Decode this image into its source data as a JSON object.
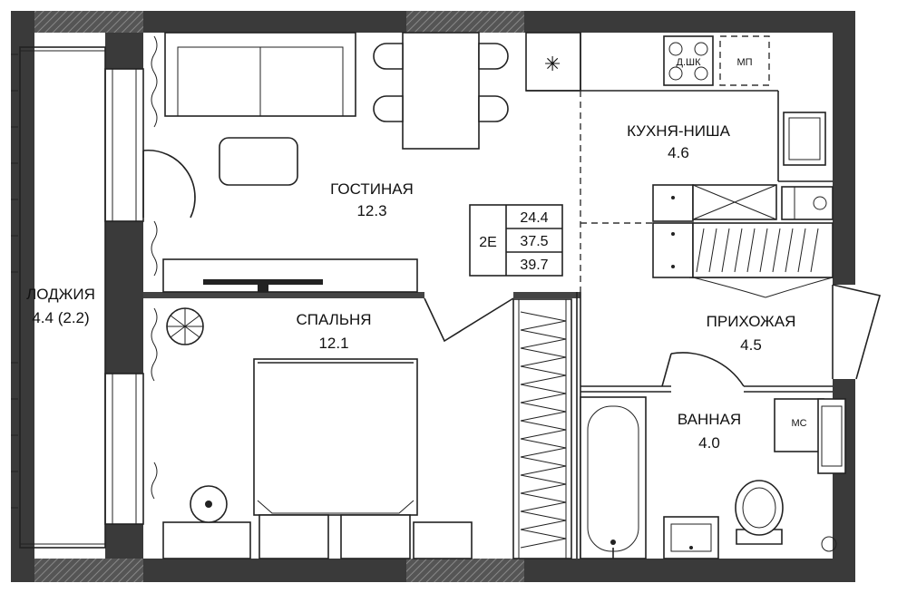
{
  "rooms": {
    "living": {
      "name": "ГОСТИНАЯ",
      "area": "12.3"
    },
    "kitchen": {
      "name": "КУХНЯ-НИША",
      "area": "4.6"
    },
    "bedroom": {
      "name": "СПАЛЬНЯ",
      "area": "12.1"
    },
    "hall": {
      "name": "ПРИХОЖАЯ",
      "area": "4.5"
    },
    "bath": {
      "name": "ВАННАЯ",
      "area": "4.0"
    },
    "loggia": {
      "name": "ЛОДЖИЯ",
      "area": "4.4 (2.2)"
    }
  },
  "summary": {
    "type": "2Е",
    "values": [
      "24.4",
      "37.5",
      "39.7"
    ]
  },
  "appliances": {
    "stove_label": "Д.ШК",
    "dishwasher_label": "МП",
    "washer_label": "МС"
  },
  "colors": {
    "wall": "#3a3a3a",
    "line": "#222222",
    "background": "#ffffff"
  }
}
